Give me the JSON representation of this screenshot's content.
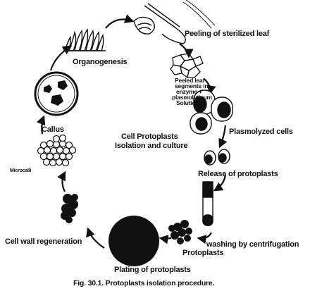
{
  "diagram": {
    "center": {
      "line1": "Cell Protoplasts",
      "line2": "Isolation and culture"
    },
    "steps": {
      "peeling": "Peeling of sterilized leaf",
      "peeled_note_1": "Peeled leaf",
      "peeled_note_2": "segments in",
      "peeled_note_3": "enzyme +",
      "peeled_note_4": "plasmolyticum",
      "peeled_note_5": "Solution",
      "plasmolyzed": "Plasmolyzed cells",
      "release": "Release of protoplasts",
      "washing": "washing by centrifugation",
      "protoplasts": "Protoplasts",
      "plating": "Plating of protoplasts",
      "wall_regeneration": "Cell wall regeneration",
      "microcalli": "Microcalli",
      "callus": "Callus",
      "organogenesis": "Organogenesis"
    },
    "caption": "Fig. 30.1. Protoplasts isolation procedure."
  }
}
